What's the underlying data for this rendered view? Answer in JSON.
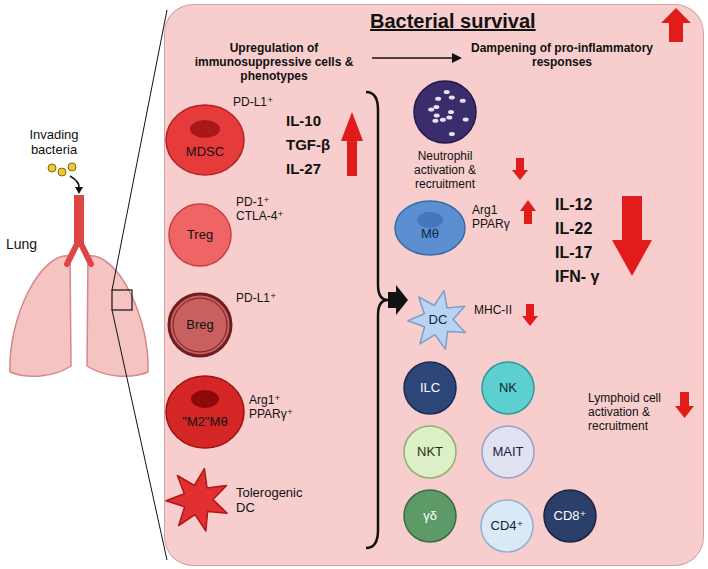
{
  "diagram": {
    "nodes": [
      {
        "text": [
          "Bacterial survival"
        ]
      },
      {
        "text": [
          "MDSC",
          "PD-L1⁺"
        ],
        "in": 0
      },
      {
        "text": [
          "Treg",
          "PD-1⁺ CTLA-4⁺"
        ],
        "in": 0
      },
      {
        "text": [
          "Breg",
          "PD-L1⁺"
        ],
        "in": 0
      },
      {
        "text": [
          "\"M2\"Mθ",
          "Arg1⁺ PPARγ⁺"
        ],
        "in": 0
      },
      {
        "text": [
          "Tolerogenic DC"
        ],
        "in": 0
      },
      {
        "text": [
          "Neutrophil activation & recruitment"
        ],
        "in": 0
      },
      {
        "text": [
          "Mθ",
          "Arg1 PPARγ"
        ],
        "in": 0
      },
      {
        "text": [
          "DC",
          "MHC-II"
        ],
        "in": 0
      },
      {
        "text": [
          "ILC"
        ],
        "in": 0
      },
      {
        "text": [
          "NK"
        ],
        "in": 0
      },
      {
        "text": [
          "NKT"
        ],
        "in": 0
      },
      {
        "text": [
          "MAIT"
        ],
        "in": 0
      },
      {
        "text": [
          "γδ"
        ],
        "in": 0
      },
      {
        "text": [
          "CD4⁺"
        ],
        "in": 0
      },
      {
        "text": [
          "CD8⁺"
        ],
        "in": 0
      }
    ],
    "labels": [
      "Invading bacteria",
      "Lung",
      "Upregulation of immunosuppressive cells & phenotypes",
      "Dampening of pro-inflammatory responses",
      "IL-10",
      "TGF-β",
      "IL-27",
      "IL-12",
      "IL-22",
      "IL-17",
      "IFN- γ",
      "Lymphoid cell activation & recruitment"
    ]
  }
}
